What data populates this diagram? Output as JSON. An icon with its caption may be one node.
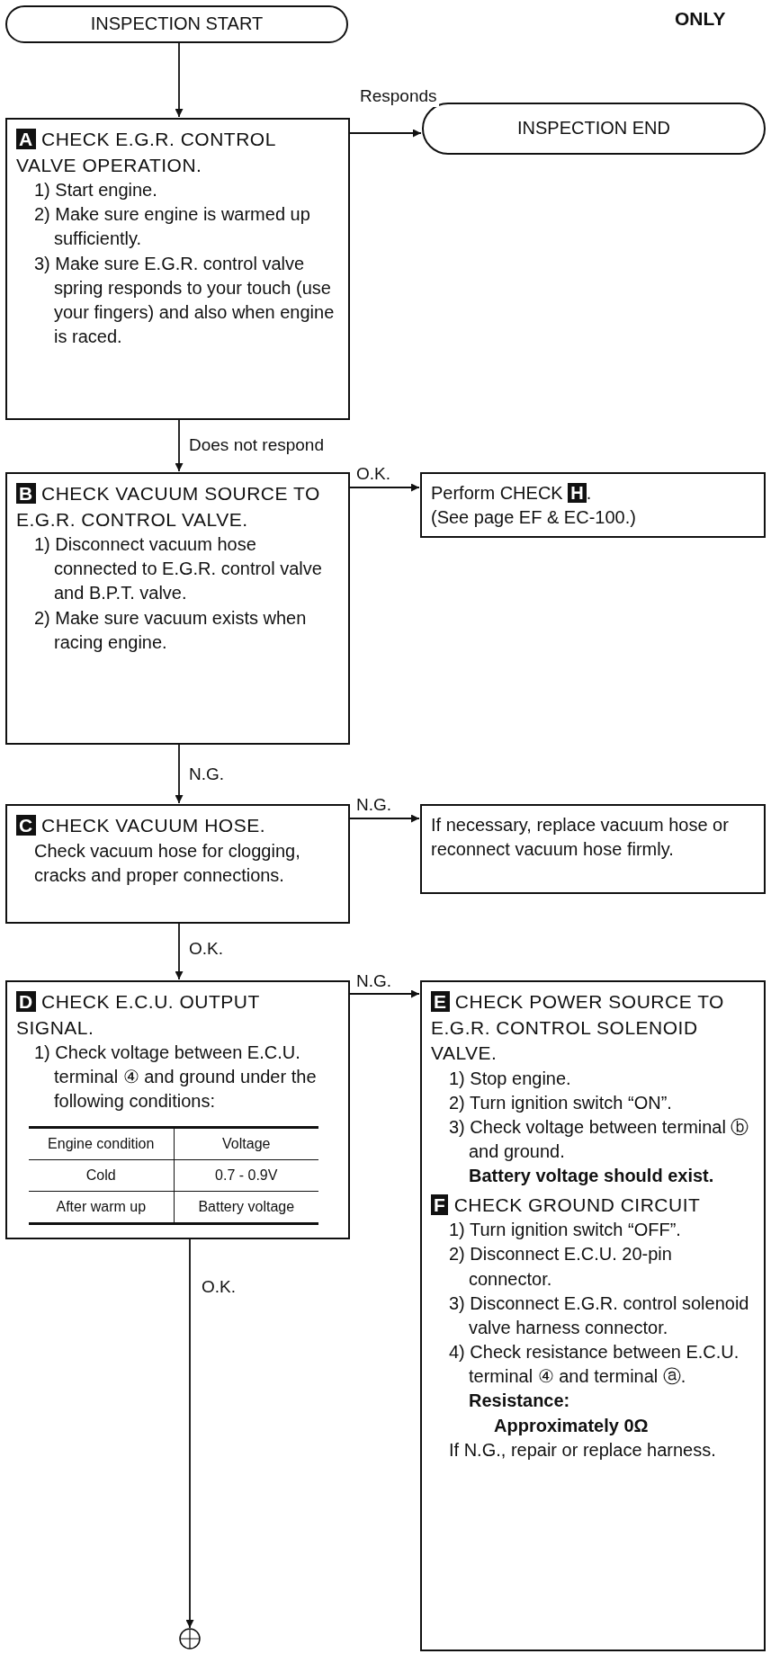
{
  "diagram": {
    "nodes": [
      {
        "text": [
          "INSPECTION START"
        ]
      },
      {
        "text": [
          "**A** CHECK E.G.R. CONTROL VALVE OPERATION.",
          "1) Start engine.",
          "2) Make sure engine is warmed up sufficiently.",
          "3) Make sure E.G.R. control valve spring responds to your touch (use your fingers) and also when engine is raced."
        ]
      },
      {
        "text": [
          "INSPECTION END"
        ]
      },
      {
        "text": [
          "**B** CHECK VACUUM SOURCE TO E.G.R. CONTROL VALVE.",
          "1) Disconnect vacuum hose connected to E.G.R. control valve and B.P.T. valve.",
          "2) Make sure vacuum exists when racing engine."
        ]
      },
      {
        "text": [
          "Perform CHECK **H**.",
          "(See page EF & EC-100.)"
        ]
      },
      {
        "text": [
          "**C** CHECK VACUUM HOSE.",
          "Check vacuum hose for clogging, cracks and proper connections."
        ]
      },
      {
        "text": [
          "If necessary, replace vacuum hose or reconnect vacuum hose firmly."
        ]
      },
      {
        "text": [
          "**D** CHECK E.C.U. OUTPUT SIGNAL.",
          "1) Check voltage between E.C.U. terminal ④ and ground under the following conditions:"
        ]
      },
      {
        "text": [
          "**E** CHECK POWER SOURCE TO E.G.R. CONTROL SOLENOID VALVE.",
          "1) Stop engine.",
          "2) Turn ignition switch “ON”.",
          "3) Check voltage between terminal ⓑ and ground.",
          "Battery voltage should exist.",
          "**F** CHECK GROUND CIRCUIT",
          "1) Turn ignition switch “OFF”.",
          "2) Disconnect E.C.U. 20-pin connector.",
          "3) Disconnect E.G.R. control solenoid valve harness connector.",
          "4) Check resistance between E.C.U. terminal ④ and terminal ⓐ.",
          "Resistance:",
          "Approximately 0Ω",
          "If N.G., repair or replace harness."
        ]
      },
      {
        "text": [],
        "shape": "circle"
      }
    ],
    "edges": [
      {
        "from": 0,
        "to": 1,
        "arrow": "to"
      },
      {
        "from": 1,
        "to": 2,
        "arrow": "to",
        "label": "Responds"
      },
      {
        "from": 1,
        "to": 3,
        "arrow": "to",
        "label": "Does not respond"
      },
      {
        "from": 3,
        "to": 4,
        "arrow": "to",
        "label": "O.K."
      },
      {
        "from": 3,
        "to": 5,
        "arrow": "to",
        "label": "N.G."
      },
      {
        "from": 5,
        "to": 6,
        "arrow": "to",
        "label": "N.G."
      },
      {
        "from": 5,
        "to": 7,
        "arrow": "to",
        "label": "O.K."
      },
      {
        "from": 7,
        "to": 8,
        "arrow": "to",
        "label": "N.G."
      },
      {
        "from": 7,
        "to": 9,
        "arrow": "to",
        "label": "O.K."
      }
    ],
    "labels": [
      "ONLY",
      "Engine condition",
      "Voltage",
      "Cold",
      "0.7 - 0.9V",
      "After warm up",
      "Battery voltage"
    ]
  }
}
